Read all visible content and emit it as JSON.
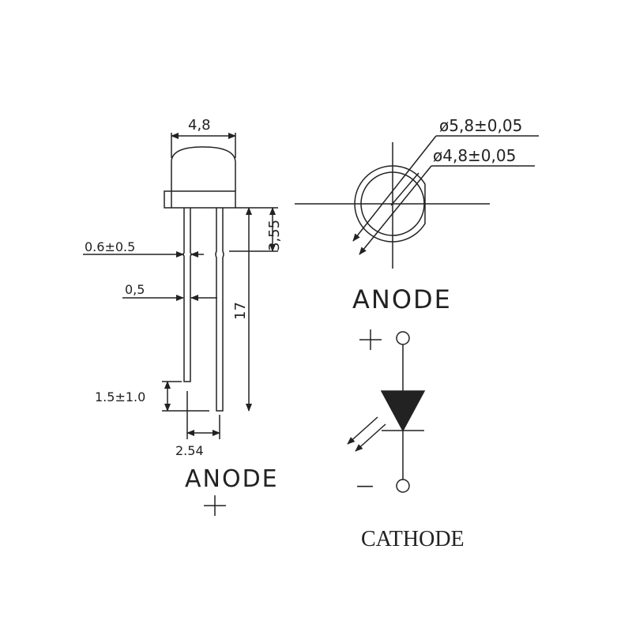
{
  "left_view": {
    "dim_width": "4,8",
    "dim_lead_thickness": "0.6±0.5",
    "dim_lead_width": "0,5",
    "dim_flange_height": "3,55",
    "dim_lead_length": "17",
    "dim_lead_offset": "1.5±1.0",
    "dim_pitch": "2.54",
    "anode_label": "ANODE",
    "anode_sign": "+"
  },
  "top_view": {
    "dim_outer_diameter": "ø5,8±0,05",
    "dim_inner_diameter": "ø4,8±0,05"
  },
  "symbol": {
    "anode_label": "ANODE",
    "plus_sign": "+",
    "minus_sign": "—",
    "cathode_label": "CATHODE"
  },
  "colors": {
    "line": "#222222",
    "background": "#ffffff"
  }
}
